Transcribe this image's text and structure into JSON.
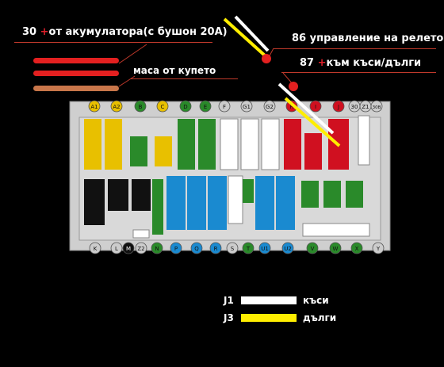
{
  "labels": {
    "battery": {
      "num": "30",
      "plus": "+",
      "text": "от акумулатора(с бушон 20А)"
    },
    "ground": {
      "text": "маса от купето"
    },
    "relay_control": {
      "text": "86 управление на релето"
    },
    "output": {
      "num": "87",
      "plus": "+",
      "text": "към къси/дълги"
    }
  },
  "top_pins": [
    "A1",
    "A2",
    "B",
    "C",
    "D",
    "E",
    "F",
    "G1",
    "G2",
    "H",
    "I",
    "J",
    "30",
    "Z1",
    "30B"
  ],
  "top_pin_colors": [
    "#e8c000",
    "#e8c000",
    "#2a8a2a",
    "#e8c000",
    "#2a8a2a",
    "#2a8a2a",
    "#cccccc",
    "#cccccc",
    "#cccccc",
    "#d01020",
    "#d01020",
    "#d01020",
    "#cccccc",
    "#cccccc",
    "#cccccc"
  ],
  "bottom_pins": [
    "K",
    "L",
    "M",
    "Z2",
    "N",
    "P",
    "Q",
    "R",
    "S",
    "T",
    "U1",
    "U2",
    "V",
    "W",
    "X",
    "Y"
  ],
  "bottom_pin_colors": [
    "#cccccc",
    "#cccccc",
    "#111111",
    "#cccccc",
    "#2a8a2a",
    "#1a8ad0",
    "#1a8ad0",
    "#1a8ad0",
    "#cccccc",
    "#2a8a2a",
    "#1a8ad0",
    "#1a8ad0",
    "#2a8a2a",
    "#2a8a2a",
    "#2a8a2a",
    "#cccccc"
  ],
  "legend": [
    {
      "id": "J1",
      "label": "къси",
      "color": "#ffffff"
    },
    {
      "id": "J3",
      "label": "дълги",
      "color": "#ffee00"
    }
  ],
  "colors": {
    "red_wire": "#e32020",
    "brown_wire": "#c8764a",
    "board": "#cfcfcf",
    "white_wire": "#ffffff",
    "yellow_wire": "#ffee00"
  }
}
